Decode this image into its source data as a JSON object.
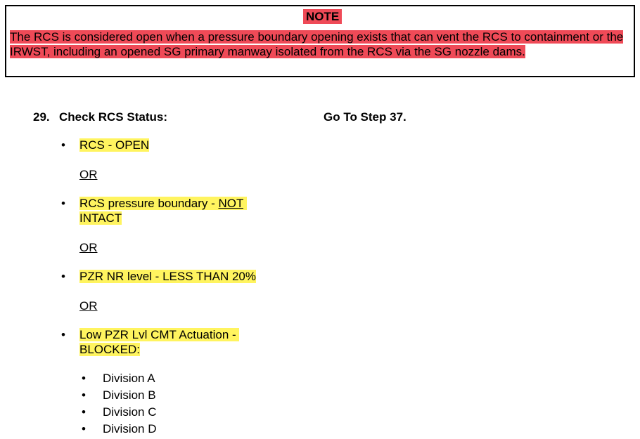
{
  "note": {
    "title": "NOTE",
    "text": "The RCS is considered open when a pressure boundary opening exists that can vent the RCS to containment or the IRWST, including an opened SG primary manway isolated from the RCS via the SG nozzle dams."
  },
  "step": {
    "number": "29.",
    "title": "Check RCS Status:",
    "response_not_obtained": "Go To Step 37."
  },
  "conditions": {
    "c1": "RCS - OPEN",
    "c2_prefix": "RCS pressure boundary - ",
    "c2_underlined": "NOT",
    "c2_line2": "INTACT",
    "c3": "PZR NR level - LESS THAN 20%",
    "c4_line1": "Low PZR Lvl CMT Actuation -",
    "c4_line2": "BLOCKED:"
  },
  "connector": "OR",
  "bullet_glyph": "•",
  "divisions": [
    "Division A",
    "Division B",
    "Division C",
    "Division D"
  ],
  "colors": {
    "note_highlight": "#ef4a57",
    "condition_highlight": "#fff45f"
  }
}
